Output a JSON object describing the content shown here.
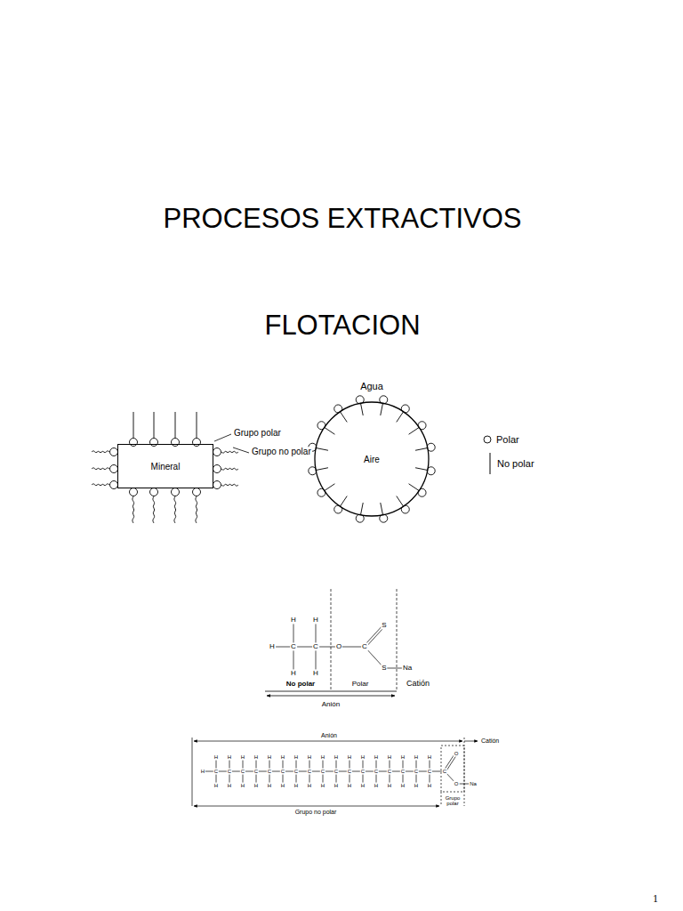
{
  "diagram": {
    "title": "PROCESOS EXTRACTIVOS",
    "nodes": [
      {
        "text": [
          "Mineral"
        ]
      },
      {
        "text": [
          "Aire"
        ]
      }
    ],
    "labels": [
      "FLOTACION",
      "Grupo polar",
      "Grupo no polar",
      "Agua",
      "H",
      "H",
      "H",
      "C",
      "C",
      "O",
      "C",
      "S",
      "S",
      "Na",
      "H",
      "H",
      "No polar",
      "Polar",
      "Catión",
      "Anión",
      "Anión",
      "Catión",
      "H",
      "C",
      "C",
      "C",
      "C",
      "C",
      "C",
      "C",
      "C",
      "C",
      "C",
      "C",
      "C",
      "C",
      "C",
      "C",
      "C",
      "C",
      "H",
      "H",
      "H",
      "H",
      "H",
      "H",
      "H",
      "H",
      "H",
      "H",
      "H",
      "H",
      "H",
      "H",
      "H",
      "H",
      "H",
      "H",
      "H",
      "H",
      "H",
      "H",
      "H",
      "H",
      "H",
      "H",
      "H",
      "H",
      "H",
      "H",
      "H",
      "H",
      "H",
      "H",
      "C",
      "O",
      "O",
      "Na",
      "Grupo polar",
      "Grupo no polar",
      "1"
    ],
    "legend": [
      {
        "text": "Polar"
      },
      {
        "text": "No polar"
      }
    ]
  }
}
